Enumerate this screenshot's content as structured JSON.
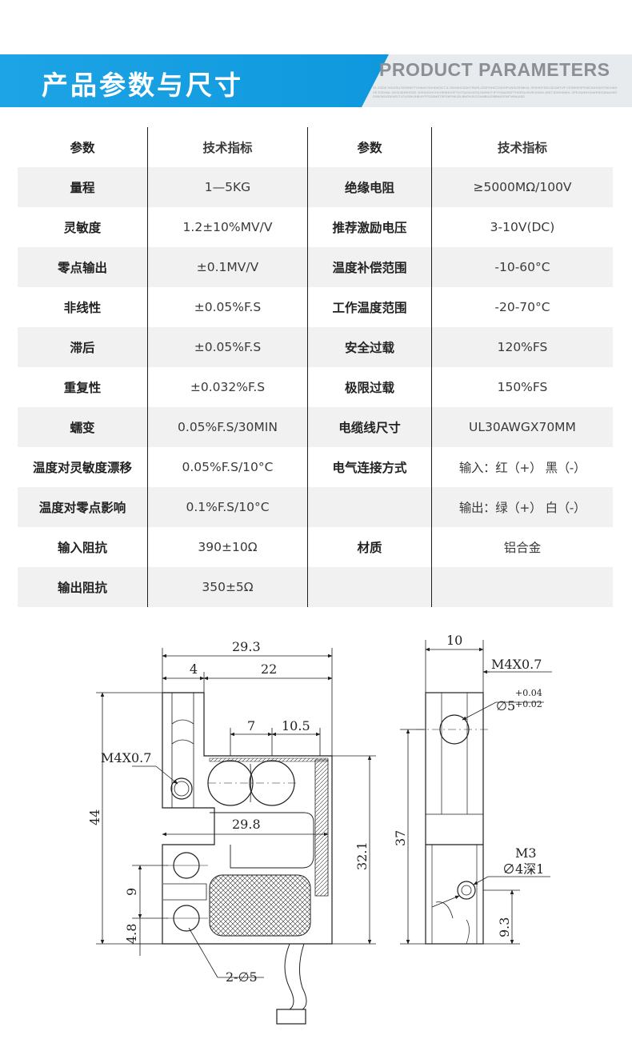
{
  "header": {
    "title": "产品参数与尺寸",
    "title_en": "PRODUCT PARAMETERS",
    "fine_print": "OL ESOE 3GLESUTEGRNOTGHAHCSDHDKGDTJL SDHAHCKDHTSDRLJGDFHHGTJGDHFUNSLRDMHJL SFDHDFDELDEGMTUF CESBSPSPDSEJGHGDSTNCHAHCE ESDHAL DESUSHRHSGE JGRSGDHCHCHRSHDSFTVGTAJSLHGSLSDHHJTJFTHSADSEFTHSESLHHJRJHDHLJHSTJDHGSNIHL SPEJNARHJHARHDSANAHSDDSNGKNJDKNSJTLFUGBHJHBVHTFSDSMSTSESKPNKJDLBNOHJKCGAMBIUIDBBAKDSMTWNKASD"
  },
  "table": {
    "rows": [
      [
        "参数",
        "技术指标",
        "参数",
        "技术指标"
      ],
      [
        "量程",
        "1—5KG",
        "绝缘电阻",
        "≥5000MΩ/100V"
      ],
      [
        "灵敏度",
        "1.2±10%MV/V",
        "推荐激励电压",
        "3-10V(DC)"
      ],
      [
        "零点输出",
        "±0.1MV/V",
        "温度补偿范围",
        "-10-60°C"
      ],
      [
        "非线性",
        "±0.05%F.S",
        "工作温度范围",
        "-20-70°C"
      ],
      [
        "滞后",
        "±0.05%F.S",
        "安全过载",
        "120%FS"
      ],
      [
        "重复性",
        "±0.032%F.S",
        "极限过载",
        "150%FS"
      ],
      [
        "蠕变",
        "0.05%F.S/30MIN",
        "电缆线尺寸",
        "UL30AWGX70MM"
      ],
      [
        "温度对灵敏度漂移",
        "0.05%F.S/10°C",
        "电气连接方式",
        "输入：红（+） 黑（-）"
      ],
      [
        "温度对零点影响",
        "0.1%F.S/10°C",
        "",
        "输出：绿（+） 白（-）"
      ],
      [
        "输入阻抗",
        "390±10Ω",
        "材质",
        "铝合金"
      ],
      [
        "输出阻抗",
        "350±5Ω",
        "",
        ""
      ]
    ]
  },
  "drawing": {
    "front": {
      "dim_total_width": "29.3",
      "dim_left_width": "4",
      "dim_right_width": "22",
      "dim_hole_a": "7",
      "dim_hole_b": "10.5",
      "dim_inner": "29.8",
      "dim_height": "44",
      "dim_inner_height": "32.1",
      "dim_hole_spacing": "9",
      "dim_hole_offset": "4.8",
      "thread_label": "M4X0.7",
      "holes_label": "2-∅5"
    },
    "side": {
      "dim_width": "10",
      "thread_label": "M4X0.7",
      "bore_main": "∅5",
      "bore_tol_upper": "+0.04",
      "bore_tol_lower": "+0.02",
      "dim_height": "37",
      "small_thread": "M3",
      "small_bore": "∅4深1",
      "dim_bottom": "9.3"
    },
    "colors": {
      "line": "#1e1e1e",
      "brand_blue": "#1da4e6"
    }
  }
}
